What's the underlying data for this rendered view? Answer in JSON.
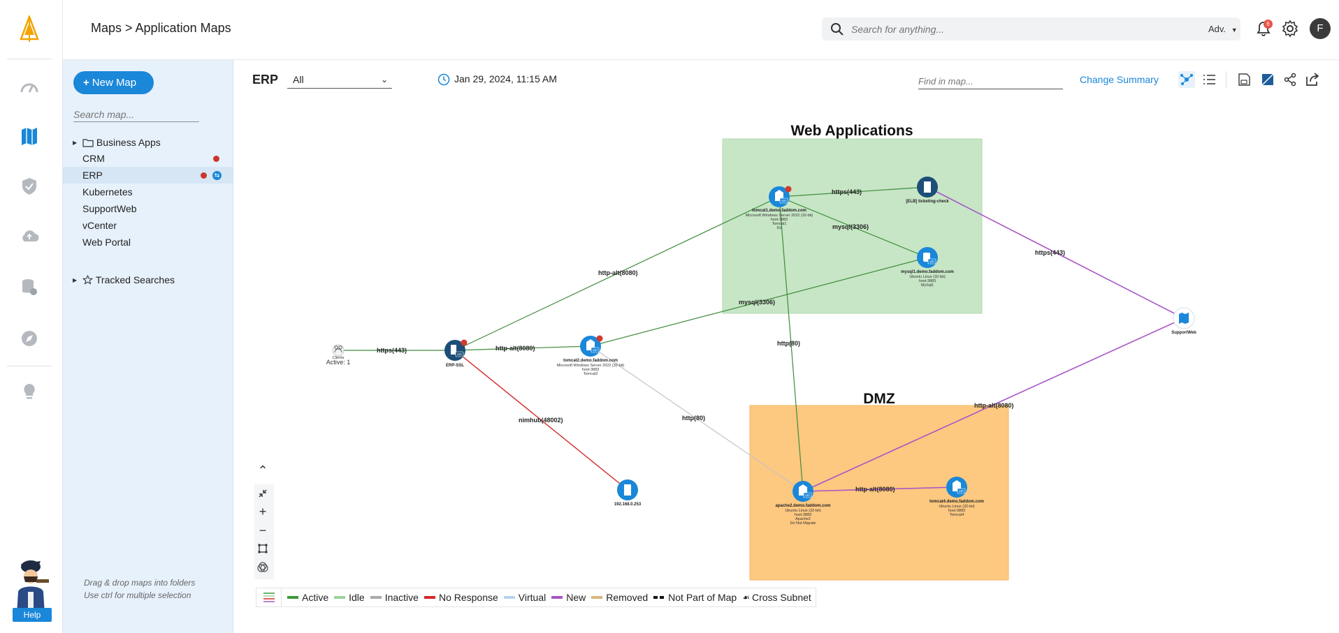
{
  "header": {
    "breadcrumb": "Maps > Application Maps",
    "search_placeholder": "Search for anything...",
    "adv_label": "Adv.",
    "notification_count": "6",
    "avatar_initial": "F"
  },
  "rail": {
    "items": [
      "dashboard-icon",
      "maps-icon",
      "security-icon",
      "cloud-icon",
      "database-icon",
      "compass-icon",
      "lightbulb-icon"
    ],
    "help_label": "Help"
  },
  "panel": {
    "new_map_label": "New Map",
    "search_placeholder": "Search map...",
    "folder_business": "Business Apps",
    "maps": [
      {
        "label": "CRM"
      },
      {
        "label": "ERP"
      },
      {
        "label": "Kubernetes"
      },
      {
        "label": "SupportWeb"
      },
      {
        "label": "vCenter"
      },
      {
        "label": "Web Portal"
      }
    ],
    "folder_tracked": "Tracked Searches",
    "hint_line1": "Drag & drop maps into folders",
    "hint_line2": "Use ctrl for multiple selection"
  },
  "canvas": {
    "map_title": "ERP",
    "filter_value": "All",
    "timestamp": "Jan 29, 2024, 11:15 AM",
    "find_placeholder": "Find in map...",
    "change_summary": "Change Summary"
  },
  "zones": {
    "web_apps": "Web Applications",
    "dmz": "DMZ"
  },
  "edges": {
    "https_443_a": "https(443)",
    "https_443_b": "https(443)",
    "https_443_c": "https(443)",
    "http_alt_8080_a": "http-alt(8080)",
    "http_alt_8080_b": "http-alt(8080)",
    "http_alt_8080_c": "http-alt(8080)",
    "http_alt_8080_d": "http-alt(8080)",
    "mysql_3306_a": "mysql(3306)",
    "mysql_3306_b": "mysql(3306)",
    "http_80_a": "http(80)",
    "http_80_b": "http(80)",
    "nimhub": "nimhub(48002)"
  },
  "nodes": {
    "clients": {
      "name": "Clients",
      "sub": "Active: 1"
    },
    "erp_ssl": {
      "name": "ERP-SSL"
    },
    "tomcat1": {
      "name": "tomcat1.demo.faddom.com",
      "l1": "Microsoft Windows Server 2022 (32-bit)",
      "l2": "host-3883",
      "l3": "Tomcat1",
      "l4": "Do"
    },
    "elb": {
      "name": "[ELB] ticketing-check"
    },
    "mysql1": {
      "name": "mysql1.demo.faddom.com",
      "l1": "Ubuntu Linux (32-bit)",
      "l2": "host-3883",
      "l3": "MySql1"
    },
    "tomcat2": {
      "name": "tomcat2.demo.faddom.com",
      "l1": "Microsoft Windows Server 2022 (32-bit)",
      "l2": "host-3883",
      "l3": "Tomcat2"
    },
    "ip_node": {
      "name": "192.168.0.253"
    },
    "supportweb": {
      "name": "SupportWeb"
    },
    "apache2": {
      "name": "apache2.demo.faddom.com",
      "l1": "Ubuntu Linux (32-bit)",
      "l2": "host-3883",
      "l3": "Apache2",
      "l4": "Do Not Migrate"
    },
    "tomcat4": {
      "name": "tomcat4.demo.faddom.com",
      "l1": "Ubuntu Linux (32-bit)",
      "l2": "host-3883",
      "l3": "Tomcat4"
    },
    "vm_badge": "vm"
  },
  "legend": {
    "items": [
      {
        "label": "Active",
        "color": "#3d9a3a"
      },
      {
        "label": "Idle",
        "color": "#9bd39a"
      },
      {
        "label": "Inactive",
        "color": "#aaaaaa"
      },
      {
        "label": "No Response",
        "color": "#d22a2a"
      },
      {
        "label": "Virtual",
        "color": "#b7d3ee"
      },
      {
        "label": "New",
        "color": "#a756c6"
      },
      {
        "label": "Removed",
        "color": "#d8b77c"
      },
      {
        "label": "Not Part of Map",
        "color": "#111111"
      },
      {
        "label": "Cross Subnet",
        "color": "#333333"
      }
    ]
  },
  "colors": {
    "accent": "#1a87d9",
    "web_zone": "#c7e6c6",
    "dmz_zone": "#fdc880",
    "edge_active": "#3d8c3a",
    "edge_new": "#a756c6",
    "edge_noresponse": "#d22a2a",
    "edge_inactive": "#c4c4c4"
  }
}
